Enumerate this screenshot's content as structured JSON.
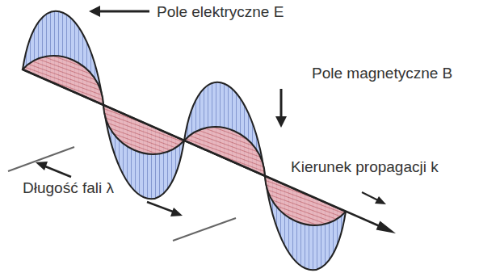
{
  "diagram": {
    "labels": [
      "Pole elektryczne E",
      "Pole magnetyczne B",
      "Kierunek propagacji k",
      "Długość fali λ"
    ]
  }
}
